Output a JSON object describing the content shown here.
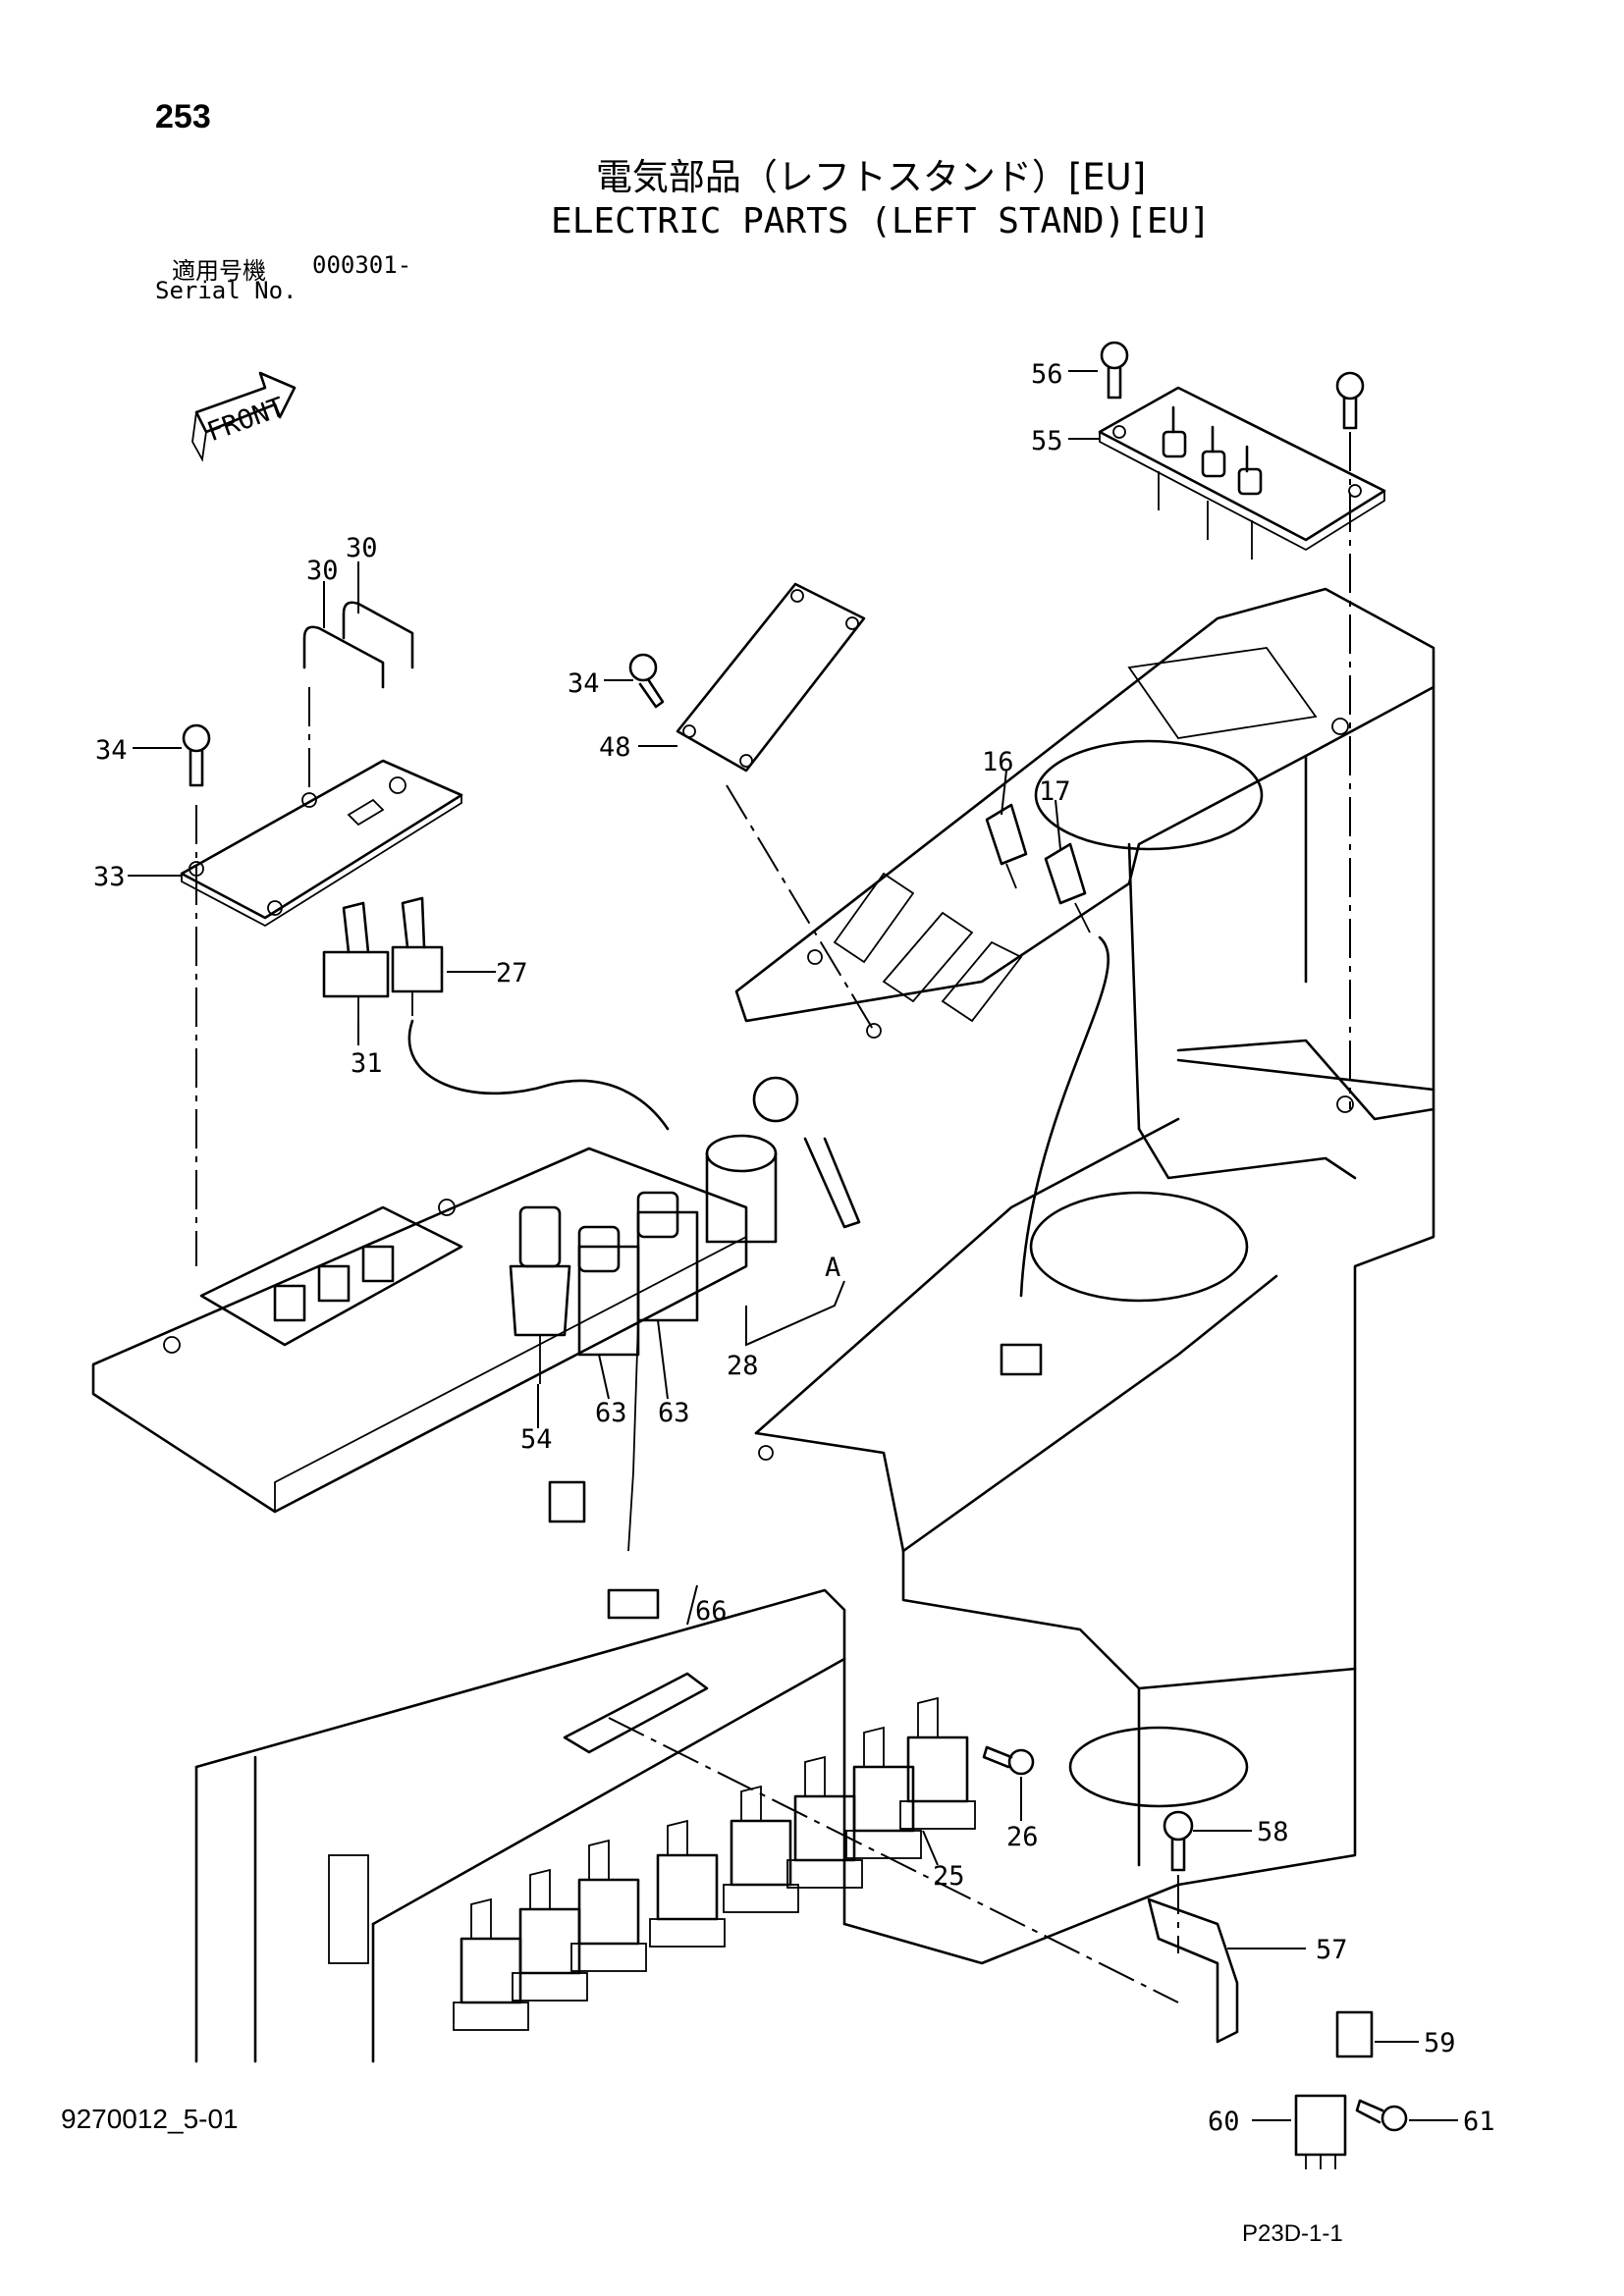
{
  "page_number": "253",
  "title_jp": "電気部品（レフトスタンド）[EU]",
  "title_en": "ELECTRIC PARTS (LEFT STAND)[EU]",
  "serial": {
    "label_jp": "適用号機",
    "value": "000301-",
    "label_en": "Serial No."
  },
  "front_arrow_label": "FRONT",
  "doc_code": "9270012_5-01",
  "page_ref": "P23D-1-1",
  "part_labels": {
    "p56": "56",
    "p55": "55",
    "p30a": "30",
    "p30b": "30",
    "p34a": "34",
    "p34b": "34",
    "p48": "48",
    "p33": "33",
    "p16": "16",
    "p17": "17",
    "p27": "27",
    "p31": "31",
    "pA": "A",
    "p28": "28",
    "p54": "54",
    "p63a": "63",
    "p63b": "63",
    "p66": "66",
    "p26": "26",
    "p25": "25",
    "p58": "58",
    "p57": "57",
    "p59": "59",
    "p60": "60",
    "p61": "61"
  }
}
